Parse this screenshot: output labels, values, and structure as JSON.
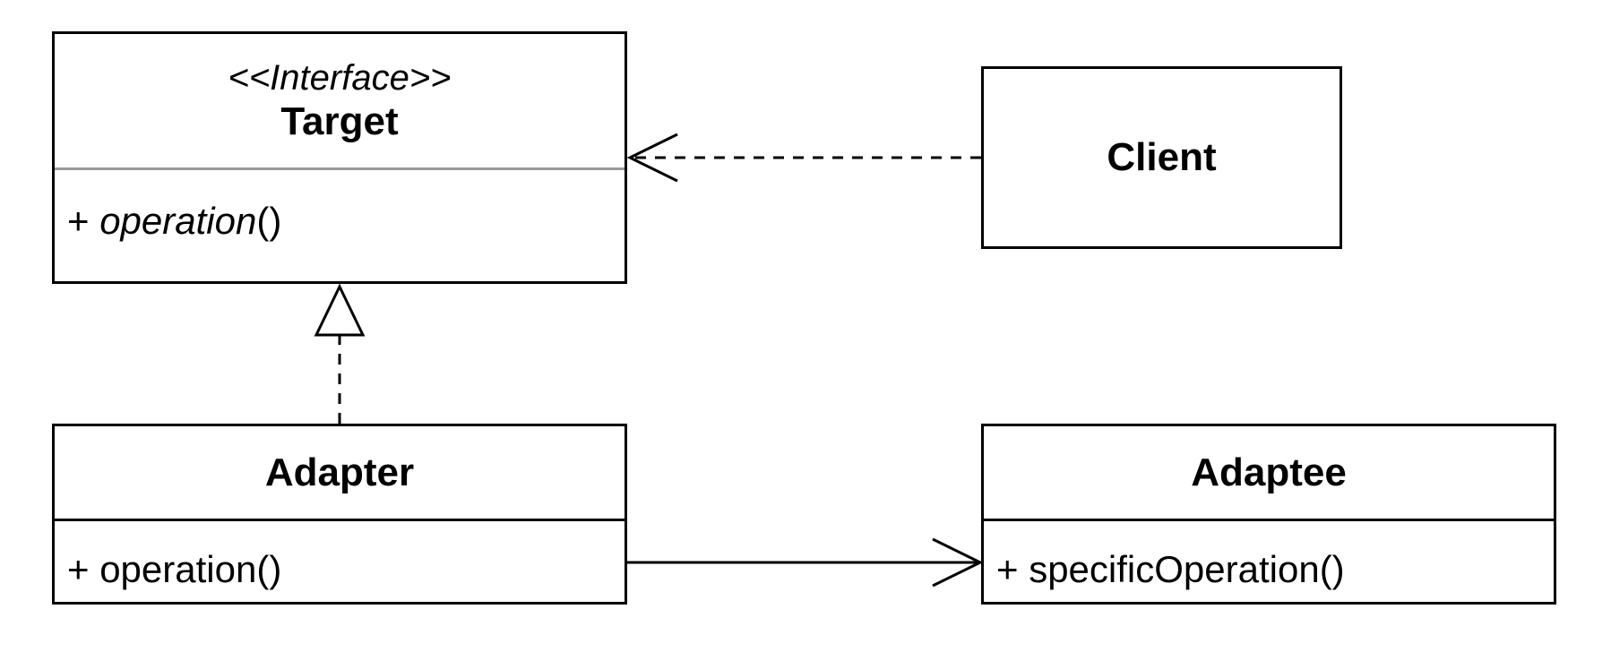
{
  "diagram": {
    "target": {
      "stereotype": "<<Interface>>",
      "name": "Target",
      "member_prefix": "+ ",
      "member_name": "operation",
      "member_suffix": "()"
    },
    "client": {
      "name": "Client"
    },
    "adapter": {
      "name": "Adapter",
      "member": "+ operation()"
    },
    "adaptee": {
      "name": "Adaptee",
      "member": "+ specificOperation()"
    },
    "relationships": [
      {
        "from": "Client",
        "to": "Target",
        "kind": "dependency",
        "line": "dashed",
        "head": "open-arrow"
      },
      {
        "from": "Adapter",
        "to": "Target",
        "kind": "realization",
        "line": "dashed",
        "head": "hollow-triangle"
      },
      {
        "from": "Adapter",
        "to": "Adaptee",
        "kind": "association",
        "line": "solid",
        "head": "open-arrow"
      }
    ],
    "colors": {
      "stroke": "#000000",
      "divider_interface": "#999999",
      "background": "#ffffff"
    }
  }
}
